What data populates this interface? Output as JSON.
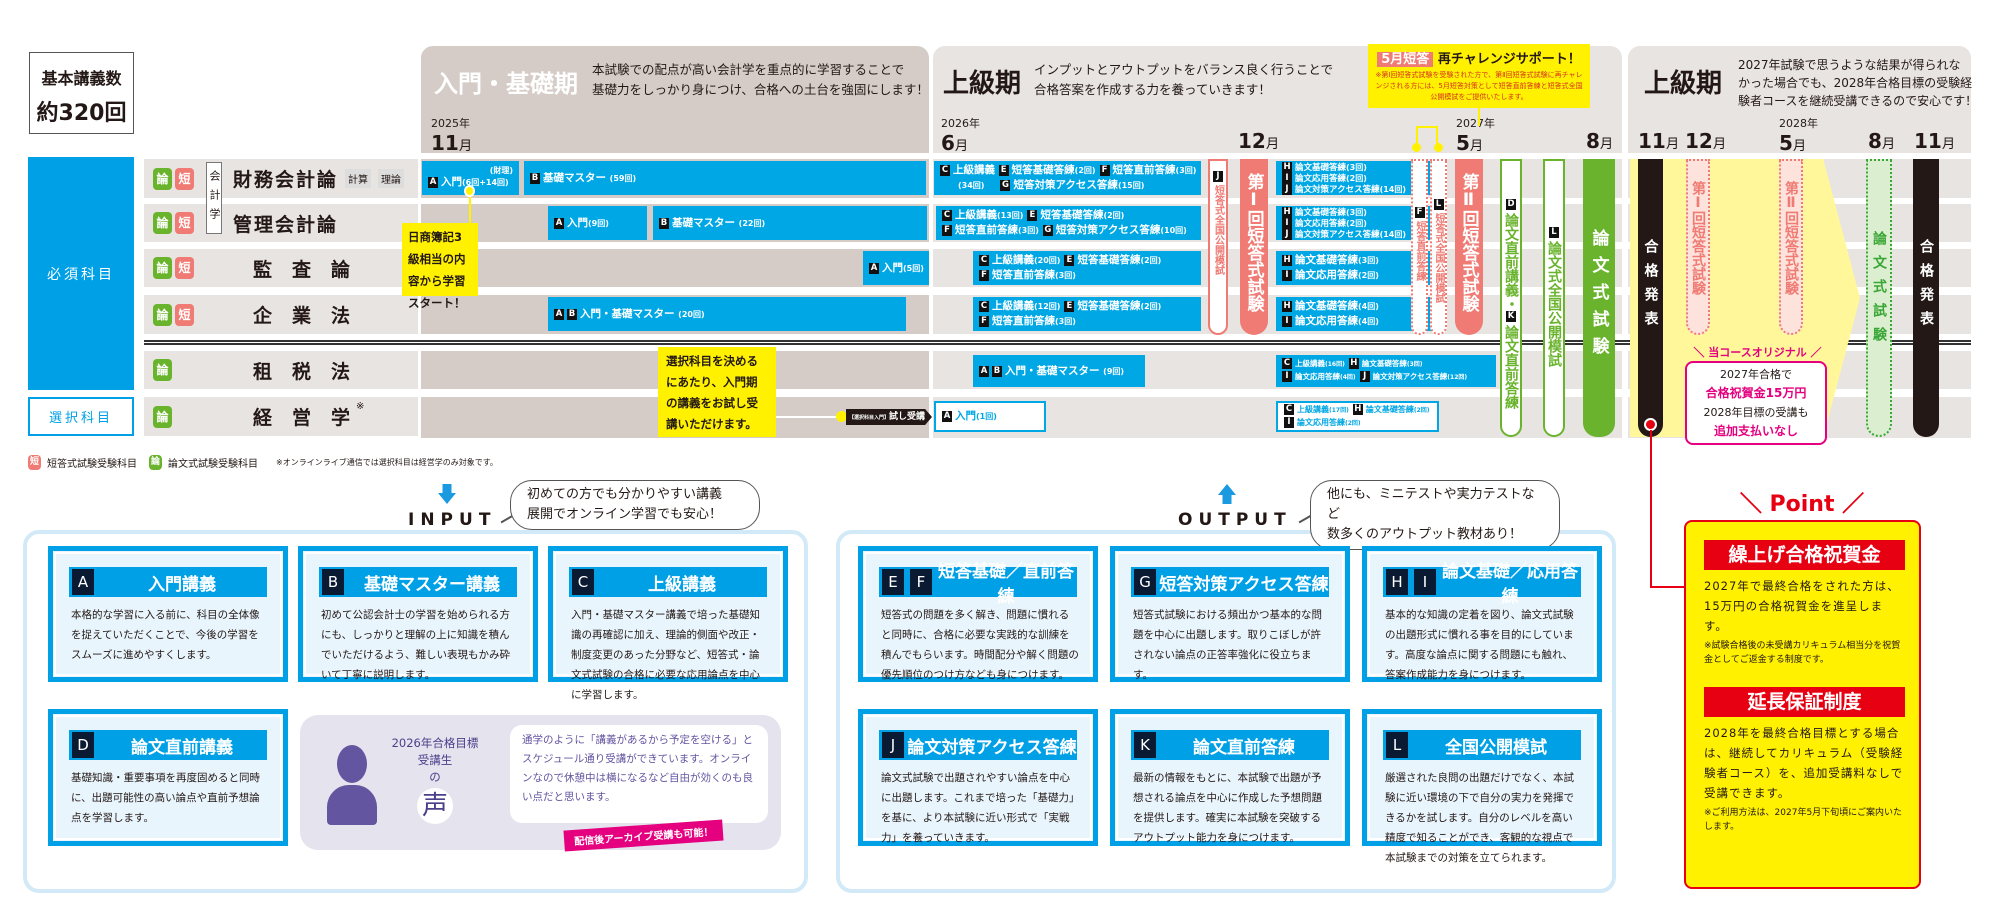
{
  "summary": {
    "line1": "基本講義数",
    "line2": "約320回"
  },
  "phases": [
    {
      "title": "入門・基礎期",
      "desc1": "本試験での配点が高い会計学を重点的に学習することで",
      "desc2": "基礎力をしっかり身につけ、合格への土台を強固にします！"
    },
    {
      "title": "上級期",
      "desc1": "インプットとアウトプットをバランス良く行うことで",
      "desc2": "合格答案を作成する力を養っていきます！"
    },
    {
      "title": "上級期",
      "desc1": "2027年試験で思うような結果が得られな",
      "desc2": "かった場合でも、2028年合格目標の受験経",
      "desc3": "験者コースを継続受講できるので安心です！"
    }
  ],
  "months": [
    {
      "year": "2025年",
      "month": "11",
      "unit": "月"
    },
    {
      "year": "2026年",
      "month": "6",
      "unit": "月"
    },
    {
      "month": "12",
      "unit": "月"
    },
    {
      "year": "2027年",
      "month": "5",
      "unit": "月"
    },
    {
      "month": "8",
      "unit": "月"
    },
    {
      "month": "11",
      "unit": "月"
    },
    {
      "month": "12",
      "unit": "月"
    },
    {
      "year": "2028年",
      "month": "5",
      "unit": "月"
    },
    {
      "month": "8",
      "unit": "月"
    },
    {
      "month": "11",
      "unit": "月"
    }
  ],
  "may_support": {
    "tag": "5月短答",
    "title": "再チャレンジサポート！",
    "note": "※第Ⅰ回短答式試験を受験された方で、第Ⅱ回短答式試験に再チャレンジされる方には、5月短答対策として短答直前答練と短答式全国公開模試をご提供いたします。"
  },
  "categories": {
    "required": "必須科目",
    "elective": "選択科目"
  },
  "badges": {
    "ron": "論",
    "tan": "短"
  },
  "subjects": [
    {
      "name": "財務会計論",
      "tags": [
        "計算",
        "理論"
      ]
    },
    {
      "name": "管理会計論"
    },
    {
      "name": "監査論"
    },
    {
      "name": "企業法"
    },
    {
      "name": "租税法"
    },
    {
      "name": "経営学",
      "mark": "※"
    }
  ],
  "kaikeigaku": "会計学",
  "bars": {
    "r1a": {
      "l": "A",
      "t": "入門",
      "c": "(6回+14回)",
      "sup": "(財理)"
    },
    "r1b": {
      "l": "B",
      "t": "基礎マスター",
      "c": "(59回)"
    },
    "r1c": {
      "c_l": "C",
      "c_t": "上級講義",
      "c_c": "(34回)",
      "e_l": "E",
      "e_t": "短答基礎答練",
      "e_c": "(2回)",
      "f_l": "F",
      "f_t": "短答直前答練",
      "f_c": "(3回)",
      "g_l": "G",
      "g_t": "短答対策アクセス答練",
      "g_c": "(15回)"
    },
    "r2a": {
      "l": "A",
      "t": "入門",
      "c": "(9回)"
    },
    "r2b": {
      "l": "B",
      "t": "基礎マスター",
      "c": "(22回)"
    },
    "r2c": {
      "c_l": "C",
      "c_t": "上級講義",
      "c_c": "(13回)",
      "e_l": "E",
      "e_t": "短答基礎答練",
      "e_c": "(2回)",
      "f_l": "F",
      "f_t": "短答直前答練",
      "f_c": "(3回)",
      "g_l": "G",
      "g_t": "短答対策アクセス答練",
      "g_c": "(10回)"
    },
    "r3a": {
      "l": "A",
      "t": "入門",
      "c": "(5回)"
    },
    "r3c": {
      "c_l": "C",
      "c_t": "上級講義",
      "c_c": "(20回)",
      "e_l": "E",
      "e_t": "短答基礎答練",
      "e_c": "(2回)",
      "f_l": "F",
      "f_t": "短答直前答練",
      "f_c": "(3回)"
    },
    "r4a": {
      "l1": "A",
      "l2": "B",
      "t": "入門・基礎マスター",
      "c": "(20回)"
    },
    "r4c": {
      "c_l": "C",
      "c_t": "上級講義",
      "c_c": "(12回)",
      "e_l": "E",
      "e_t": "短答基礎答練",
      "e_c": "(2回)",
      "f_l": "F",
      "f_t": "短答直前答練",
      "f_c": "(3回)"
    },
    "r5a": {
      "l1": "A",
      "l2": "B",
      "t": "入門・基礎マスター",
      "c": "(9回)"
    },
    "r5h": {
      "c_l": "C",
      "c_t": "上級講義",
      "c_c": "(16回)",
      "h_l": "H",
      "h_t": "論文基礎答練",
      "h_c": "(3回)",
      "i_l": "I",
      "i_t": "論文応用答練",
      "i_c": "(4回)",
      "j_l": "J",
      "j_t": "論文対策アクセス答練",
      "j_c": "(12回)"
    },
    "r6trial": {
      "pre": "【選択科目入門】",
      "t": "試し受講"
    },
    "r6a": {
      "l": "A",
      "t": "入門",
      "c": "(1回)"
    },
    "r6h": {
      "c_l": "C",
      "c_t": "上級講義",
      "c_c": "(17回)",
      "h_l": "H",
      "h_t": "論文基礎答練",
      "h_c": "(2回)",
      "i_l": "I",
      "i_t": "論文応用答練",
      "i_c": "(2回)"
    },
    "r1h": {
      "h_l": "H",
      "h_t": "論文基礎答練",
      "h_c": "(3回)",
      "i_l": "I",
      "i_t": "論文応用答練",
      "i_c": "(2回)",
      "j_l": "J",
      "j_t": "論文対策アクセス答練",
      "j_c": "(14回)"
    },
    "r2h": {
      "h_l": "H",
      "h_t": "論文基礎答練",
      "h_c": "(3回)",
      "i_l": "I",
      "i_t": "論文応用答練",
      "i_c": "(2回)",
      "j_l": "J",
      "j_t": "論文対策アクセス答練",
      "j_c": "(14回)"
    },
    "r3h": {
      "h_l": "H",
      "h_t": "論文基礎答練",
      "h_c": "(3回)",
      "i_l": "I",
      "i_t": "論文応用答練",
      "i_c": "(2回)"
    },
    "r4h": {
      "h_l": "H",
      "h_t": "論文基礎答練",
      "h_c": "(4回)",
      "i_l": "I",
      "i_t": "論文応用答練",
      "i_c": "(4回)"
    }
  },
  "pills": {
    "j_mock": {
      "l": "J",
      "t": "短答式全国公開模試"
    },
    "exam1": "第Ⅰ回短答式試験",
    "f_direct": {
      "l": "F",
      "t": "短答直前答練"
    },
    "l_mock": {
      "l": "L",
      "t": "短答式全国公開模試"
    },
    "exam2": "第Ⅱ回短答式試験",
    "dk": {
      "l1": "D",
      "t1": "論文直前講義・",
      "l2": "K",
      "t2": "論文直前答練"
    },
    "l_ron": {
      "l": "L",
      "t": "論文式全国公開模試"
    },
    "ronbun": "論文式試験",
    "result": "合格発表",
    "exam1b": "第Ⅰ回短答式試験",
    "exam2b": "第Ⅱ回短答式試験",
    "ronbun_b": "論文式試験",
    "result_b": "合格発表"
  },
  "callouts": {
    "boki": "日商簿記3級相当の内容から学習スタート！",
    "elective": "選択科目を決めるにあたり、入門期の講義をお試し受講いただけます。"
  },
  "original": {
    "label": "＼ 当コースオリジナル ／",
    "l1": "2027年合格で",
    "l2": "合格祝賀金15万円",
    "l3": "2028年目標の受講も",
    "l4": "追加支払いなし"
  },
  "legend": {
    "tan": "短答式試験受験科目",
    "ron": "論文式試験受験科目",
    "note": "※オンラインライブ通信では選択科目は経営学のみ対象です。"
  },
  "input": {
    "label": "INPUT",
    "bubble1": "初めての方でも分かりやすい講義",
    "bubble2": "展開でオンライン学習でも安心！",
    "cards": [
      {
        "letters": [
          "A"
        ],
        "title": "入門講義",
        "body": "本格的な学習に入る前に、科目の全体像を捉えていただくことで、今後の学習をスムーズに進めやすくします。"
      },
      {
        "letters": [
          "B"
        ],
        "title": "基礎マスター講義",
        "body": "初めて公認会計士の学習を始められる方にも、しっかりと理解の上に知識を積んでいただけるよう、難しい表現もかみ砕いて丁寧に説明します。"
      },
      {
        "letters": [
          "C"
        ],
        "title": "上級講義",
        "body": "入門・基礎マスター講義で培った基礎知識の再確認に加え、理論的側面や改正・制度変更のあった分野など、短答式・論文式試験の合格に必要な応用論点を中心に学習します。"
      },
      {
        "letters": [
          "D"
        ],
        "title": "論文直前講義",
        "body": "基礎知識・重要事項を再度固めると同時に、出題可能性の高い論点や直前予想論点を学習します。"
      }
    ],
    "voice": {
      "l1": "2026年合格目標",
      "l2": "受講生",
      "l3": "の",
      "l4": "声",
      "text": "通学のように「講義があるから予定を空ける」とスケジュール通り受講ができています。オンラインなので休憩中は横になるなど自由が効くのも良い点だと思います。",
      "tag": "配信後アーカイブ受講も可能！"
    }
  },
  "output": {
    "label": "OUTPUT",
    "bubble1": "他にも、ミニテストや実力テストなど",
    "bubble2": "数多くのアウトプット教材あり！",
    "cards": [
      {
        "letters": [
          "E",
          "F"
        ],
        "title": "短答基礎／直前答練",
        "body": "短答式の問題を多く解き、問題に慣れると同時に、合格に必要な実践的な訓練を積んでもらいます。時間配分や解く問題の優先順位のつけ方なども身につけます。"
      },
      {
        "letters": [
          "G"
        ],
        "title": "短答対策アクセス答練",
        "body": "短答式試験における頻出かつ基本的な問題を中心に出題します。取りこぼしが許されない論点の正答率強化に役立ちます。"
      },
      {
        "letters": [
          "H",
          "I"
        ],
        "title": "論文基礎／応用答練",
        "body": "基本的な知識の定着を図り、論文式試験の出題形式に慣れる事を目的にしています。高度な論点に関する問題にも触れ、答案作成能力を身につけます。"
      },
      {
        "letters": [
          "J"
        ],
        "title": "論文対策アクセス答練",
        "body": "論文式試験で出題されやすい論点を中心に出題します。これまで培った「基礎力」を基に、より本試験に近い形式で「実戦力」を養っていきます。"
      },
      {
        "letters": [
          "K"
        ],
        "title": "論文直前答練",
        "body": "最新の情報をもとに、本試験で出題が予想される論点を中心に作成した予想問題を提供します。確実に本試験を突破するアウトプット能力を身につけます。"
      },
      {
        "letters": [
          "L"
        ],
        "title": "全国公開模試",
        "body": "厳選された良問の出題だけでなく、本試験に近い環境の下で自分の実力を発揮できるかを試します。自分のレベルを高い精度で知ることができ、客観的な視点で本試験までの対策を立てられます。"
      }
    ]
  },
  "point": {
    "label": "＼ Point ／",
    "h1": "繰上げ合格祝賀金",
    "b1": "2027年で最終合格をされた方は、15万円の合格祝賀金を進呈します。",
    "n1": "※試験合格後の未受講カリキュラム相当分を祝賀金としてご返金する制度です。",
    "h2": "延長保証制度",
    "b2": "2028年を最終合格目標とする場合は、継続してカリキュラム（受験経験者コース）を、追加受講料なしで受講できます。",
    "n2": "※ご利用方法は、2027年5月下旬頃にご案内いたします。"
  },
  "colors": {
    "blue": "#00a7e5",
    "green": "#6ab42d",
    "salmon": "#ef7b74",
    "yellow": "#fff100",
    "red": "#e60012",
    "pink": "#e4007f",
    "purple": "#6455a0"
  }
}
